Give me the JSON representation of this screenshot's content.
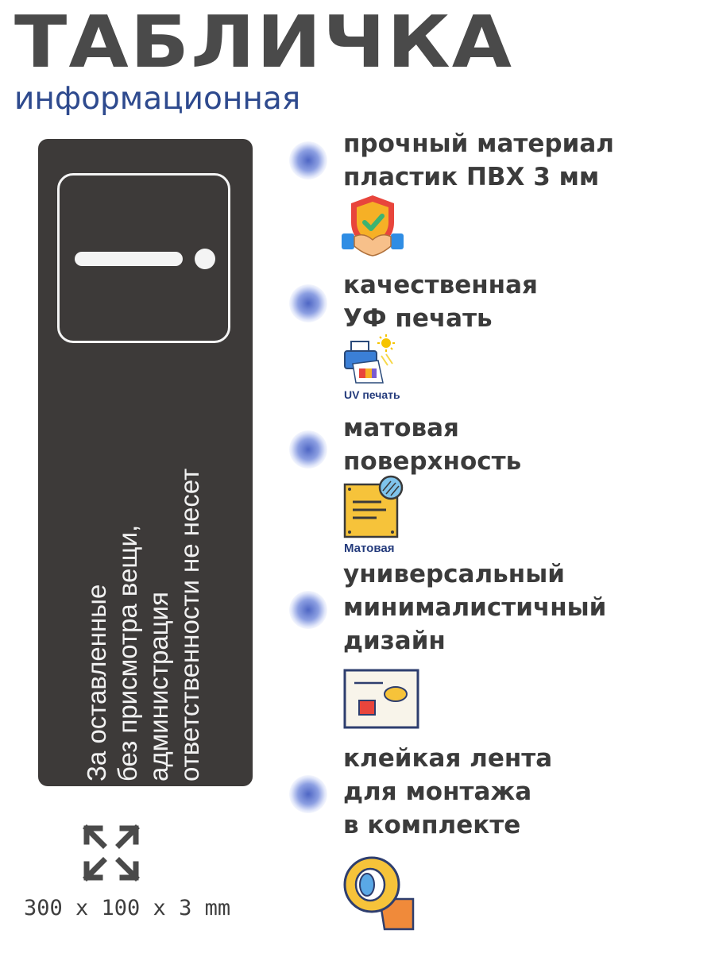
{
  "header": {
    "title": "ТАБЛИЧКА",
    "subtitle": "информационная"
  },
  "sign": {
    "text_lines": [
      "За оставленные",
      "без присмотра вещи,",
      "администрация",
      "ответственности не несет"
    ],
    "background_color": "#3d3a39",
    "foreground_color": "#f4f4f4",
    "icon": "exclamation-sign-icon"
  },
  "size": {
    "icon": "expand-arrows-icon",
    "label": "300 x 100 x 3 mm"
  },
  "features": [
    {
      "lines": [
        "прочный материал",
        "пластик ПВХ 3 мм"
      ],
      "icon": "shield-handshake-icon",
      "caption": ""
    },
    {
      "lines": [
        "качественная",
        "УФ печать"
      ],
      "icon": "uv-printer-icon",
      "caption": "UV печать"
    },
    {
      "lines": [
        "матовая",
        "поверхность"
      ],
      "icon": "matte-surface-icon",
      "caption": "Матовая"
    },
    {
      "lines": [
        "универсальный",
        "минималистичный",
        "дизайн"
      ],
      "icon": "minimal-design-icon",
      "caption": ""
    },
    {
      "lines": [
        "клейкая лента",
        "для монтажа",
        "в комплекте"
      ],
      "icon": "adhesive-tape-icon",
      "caption": ""
    }
  ],
  "colors": {
    "title": "#4a4a4a",
    "subtitle": "#2e4a8e",
    "bullet": "#4e66c4",
    "feature_text": "#3b3b3b"
  }
}
